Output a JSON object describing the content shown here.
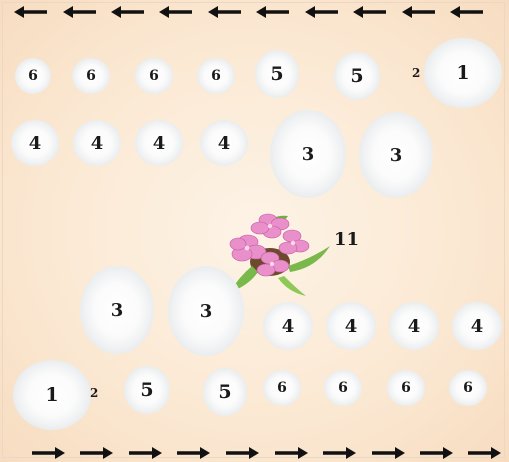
{
  "top_row_labels": [
    "6",
    "6",
    "6",
    "6",
    "5",
    "5",
    "2",
    "1"
  ],
  "second_row_labels": [
    "4",
    "4",
    "4",
    "4",
    "3",
    "3"
  ],
  "center_label": "11",
  "third_row_labels": [
    "3",
    "3",
    "4",
    "4",
    "4",
    "4"
  ],
  "bottom_row_labels": [
    "1",
    "2",
    "5",
    "5",
    "6",
    "6",
    "6",
    "6"
  ],
  "top_arrow_direction": "left",
  "bottom_arrow_direction": "right",
  "arrow_count_per_row": 10,
  "colors": {
    "background": "#fbe8d2",
    "blob": "#ffffff",
    "arrow": "#111111",
    "petal": "#e98fc9",
    "leaf": "#79b84a"
  }
}
